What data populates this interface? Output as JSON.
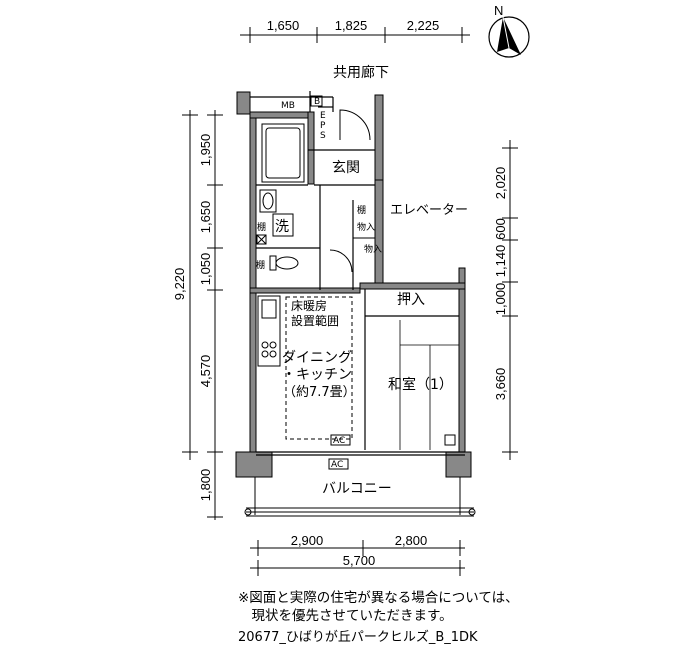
{
  "labels": {
    "corridor": "共用廊下",
    "entrance": "玄関",
    "elevator": "エレベーター",
    "mb": "MB",
    "b": "B",
    "eps_e": "E",
    "eps_p": "P",
    "eps_s": "S",
    "washer": "洗",
    "shelf1": "棚",
    "shelf2": "棚",
    "shelf3": "棚",
    "storage1": "物入",
    "storage2": "物入",
    "oshiire": "押入",
    "floor_heating_1": "床暖房",
    "floor_heating_2": "設置範囲",
    "dining_1": "ダイニング",
    "dining_2": "・キッチン",
    "dining_3": "（約7.7畳）",
    "washitsu": "和室（1）",
    "balcony": "バルコニー",
    "ac1": "AC",
    "ac2": "AC"
  },
  "dimensions": {
    "top": [
      "1,650",
      "1,825",
      "2,225"
    ],
    "left": [
      "1,950",
      "1,650",
      "1,050",
      "4,570",
      "1,800"
    ],
    "left_total": "9,220",
    "right": [
      "2,020",
      "600",
      "1,140",
      "1,000",
      "3,660"
    ],
    "bottom": [
      "2,900",
      "2,800"
    ],
    "bottom_total": "5,700"
  },
  "compass": {
    "label": "N"
  },
  "notes": {
    "line1": "※図面と実際の住宅が異なる場合については、",
    "line2": "　現状を優先させていただきます。"
  },
  "caption": "20677_ひばりが丘パークヒルズ_B_1DK"
}
